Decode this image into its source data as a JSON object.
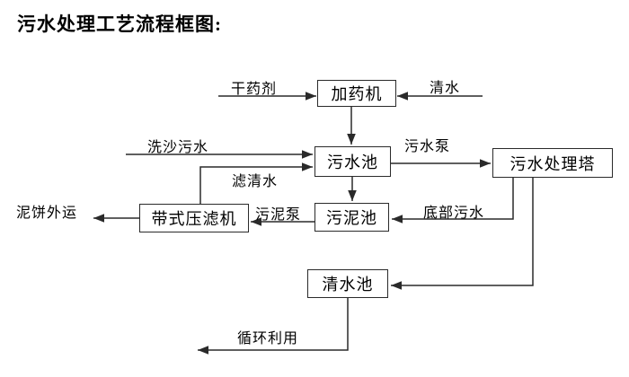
{
  "title": "污水处理工艺流程框图:",
  "nodes": {
    "dosing_machine": {
      "label": "加药机"
    },
    "sewage_pool": {
      "label": "污水池"
    },
    "treatment_tower": {
      "label": "污水处理塔"
    },
    "sludge_pool": {
      "label": "污泥池"
    },
    "belt_filter_press": {
      "label": "带式压滤机"
    },
    "clean_water_pool": {
      "label": "清水池"
    }
  },
  "edge_labels": {
    "dry_agent": "干药剂",
    "clean_water": "清水",
    "sand_washing_sewage": "洗沙污水",
    "filtered_water": "滤清水",
    "sewage_pump": "污水泵",
    "bottom_sewage": "底部污水",
    "sludge_pump": "污泥泵",
    "mud_cake_out": "泥饼外运",
    "recycle": "循环利用"
  },
  "colors": {
    "line": "#2a2a2a",
    "text": "#000000",
    "background": "#ffffff"
  }
}
